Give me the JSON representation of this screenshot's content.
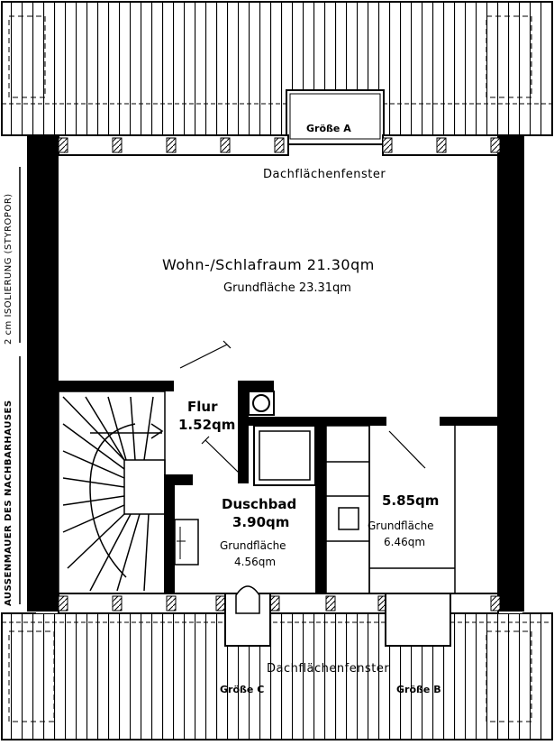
{
  "labels": {
    "window_top_size": "Größe A",
    "window_top_name": "Dachflächenfenster",
    "living_title": "Wohn-/Schlafraum 21.30qm",
    "living_area": "Grundfläche 23.31qm",
    "hall_title": "Flur",
    "hall_area": "1.52qm",
    "bath_title": "Duschbad",
    "bath_area1": "3.90qm",
    "bath_area2_label": "Grundfläche",
    "bath_area2": "4.56qm",
    "room_area": "5.85qm",
    "room_area2_label": "Grundfläche",
    "room_area2": "6.46qm",
    "window_bottom_name": "Dachflächenfenster",
    "window_c_size": "Größe C",
    "window_b_size": "Größe B",
    "insulation_note": "2 cm ISOLIERUNG (STYROPOR)",
    "party_wall_note": "AUSSENMAUER DES NACHBARHAUSES"
  },
  "colors": {
    "ink": "#000000",
    "paper": "#ffffff"
  }
}
